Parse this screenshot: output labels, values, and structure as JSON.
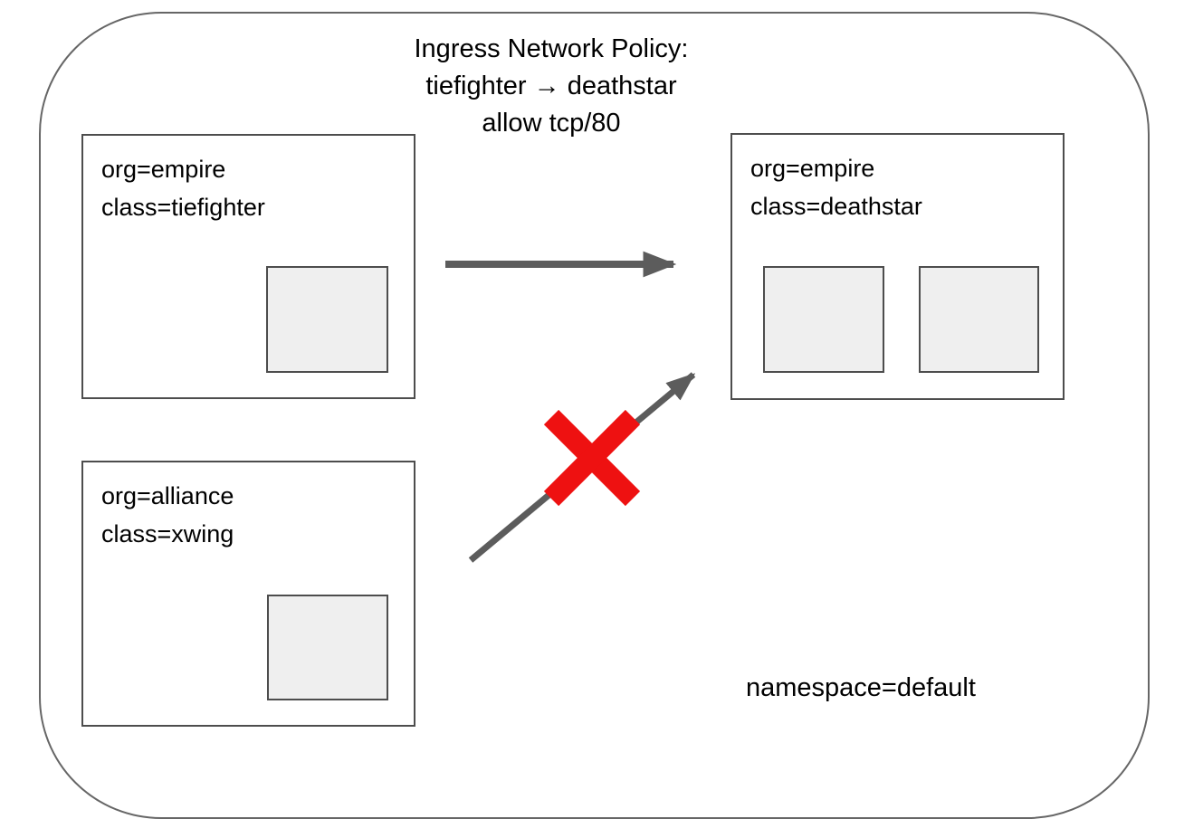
{
  "title": {
    "line1": "Ingress Network Policy:",
    "line2": "tiefighter → deathstar",
    "line3": "allow tcp/80"
  },
  "namespace": {
    "label": "namespace=default"
  },
  "nodes": {
    "tiefighter": {
      "org": "org=empire",
      "class": "class=tiefighter",
      "pod_count": 1
    },
    "deathstar": {
      "org": "org=empire",
      "class": "class=deathstar",
      "pod_count": 2
    },
    "xwing": {
      "org": "org=alliance",
      "class": "class=xwing",
      "pod_count": 1
    }
  },
  "edges": [
    {
      "from": "tiefighter",
      "to": "deathstar",
      "status": "allowed"
    },
    {
      "from": "xwing",
      "to": "deathstar",
      "status": "blocked"
    }
  ],
  "colors": {
    "arrow": "#5c5c5c",
    "blocked_x": "#ee1111",
    "node_border": "#4d4d4d",
    "pod_border": "#4d4d4d",
    "pod_fill": "#efefef",
    "outer_border": "#666666",
    "background": "#ffffff"
  }
}
